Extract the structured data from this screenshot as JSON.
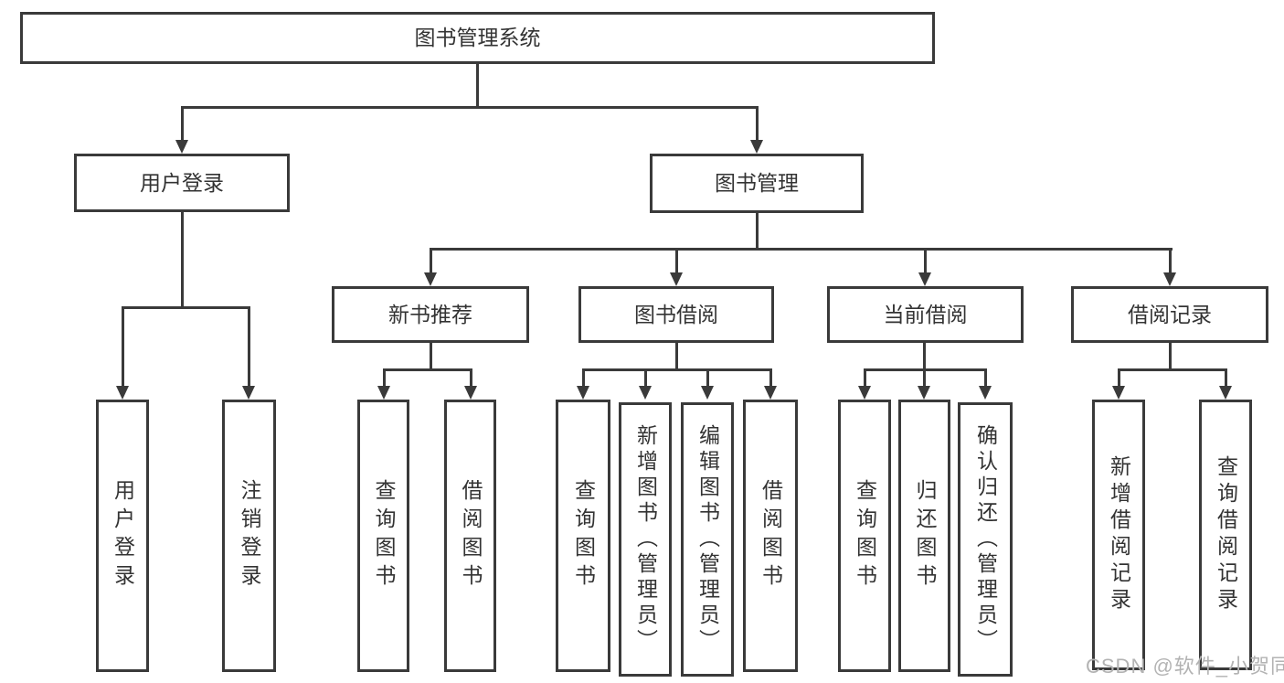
{
  "diagram": {
    "title": "图书管理系统",
    "colors": {
      "line": "#3a3a3a",
      "text": "#333333",
      "background": "#ffffff"
    },
    "watermark": {
      "text": "CSDN @软件_小贺同学",
      "color": "#b3b3b3"
    },
    "nodes": {
      "root": {
        "label": "图书管理系统"
      },
      "user_login": {
        "label": "用户登录"
      },
      "book_management": {
        "label": "图书管理"
      },
      "new_book_recommend": {
        "label": "新书推荐"
      },
      "book_borrowing": {
        "label": "图书借阅"
      },
      "current_borrowing": {
        "label": "当前借阅"
      },
      "borrowing_records": {
        "label": "借阅记录"
      },
      "leaf_user_login": {
        "label": "用户登录"
      },
      "leaf_logout": {
        "label": "注销登录"
      },
      "leaf_recommend_query_books": {
        "label": "查询图书"
      },
      "leaf_recommend_borrow_books": {
        "label": "借阅图书"
      },
      "leaf_borrowing_query_books": {
        "label": "查询图书"
      },
      "leaf_borrowing_add_books": {
        "label": "新增图书（管理员）"
      },
      "leaf_borrowing_edit_books": {
        "label": "编辑图书（管理员）"
      },
      "leaf_borrowing_borrow_books": {
        "label": "借阅图书"
      },
      "leaf_current_query_books": {
        "label": "查询图书"
      },
      "leaf_current_return_books": {
        "label": "归还图书"
      },
      "leaf_current_confirm_return": {
        "label": "确认归还（管理员）"
      },
      "leaf_records_add_record": {
        "label": "新增借阅记录"
      },
      "leaf_records_query_record": {
        "label": "查询借阅记录"
      }
    },
    "hierarchy": [
      {
        "parent": "图书管理系统",
        "children": [
          "用户登录",
          "图书管理"
        ]
      },
      {
        "parent": "用户登录",
        "children": [
          "用户登录",
          "注销登录"
        ]
      },
      {
        "parent": "图书管理",
        "children": [
          "新书推荐",
          "图书借阅",
          "当前借阅",
          "借阅记录"
        ]
      },
      {
        "parent": "新书推荐",
        "children": [
          "查询图书",
          "借阅图书"
        ]
      },
      {
        "parent": "图书借阅",
        "children": [
          "查询图书",
          "新增图书（管理员）",
          "编辑图书（管理员）",
          "借阅图书"
        ]
      },
      {
        "parent": "当前借阅",
        "children": [
          "查询图书",
          "归还图书",
          "确认归还（管理员）"
        ]
      },
      {
        "parent": "借阅记录",
        "children": [
          "新增借阅记录",
          "查询借阅记录"
        ]
      }
    ]
  }
}
